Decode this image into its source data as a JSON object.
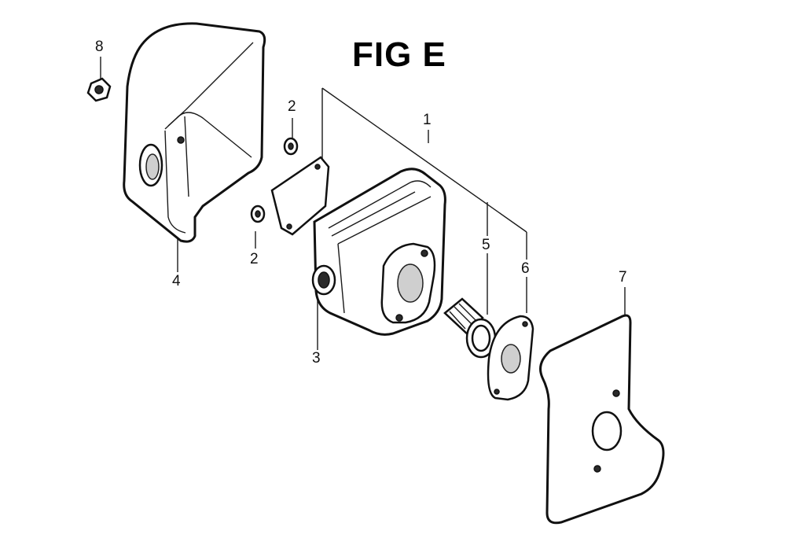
{
  "figure": {
    "title": "FIG E",
    "callouts": {
      "c1": "1",
      "c2a": "2",
      "c2b": "2",
      "c3": "3",
      "c4": "4",
      "c5": "5",
      "c6": "6",
      "c7": "7",
      "c8": "8"
    }
  }
}
